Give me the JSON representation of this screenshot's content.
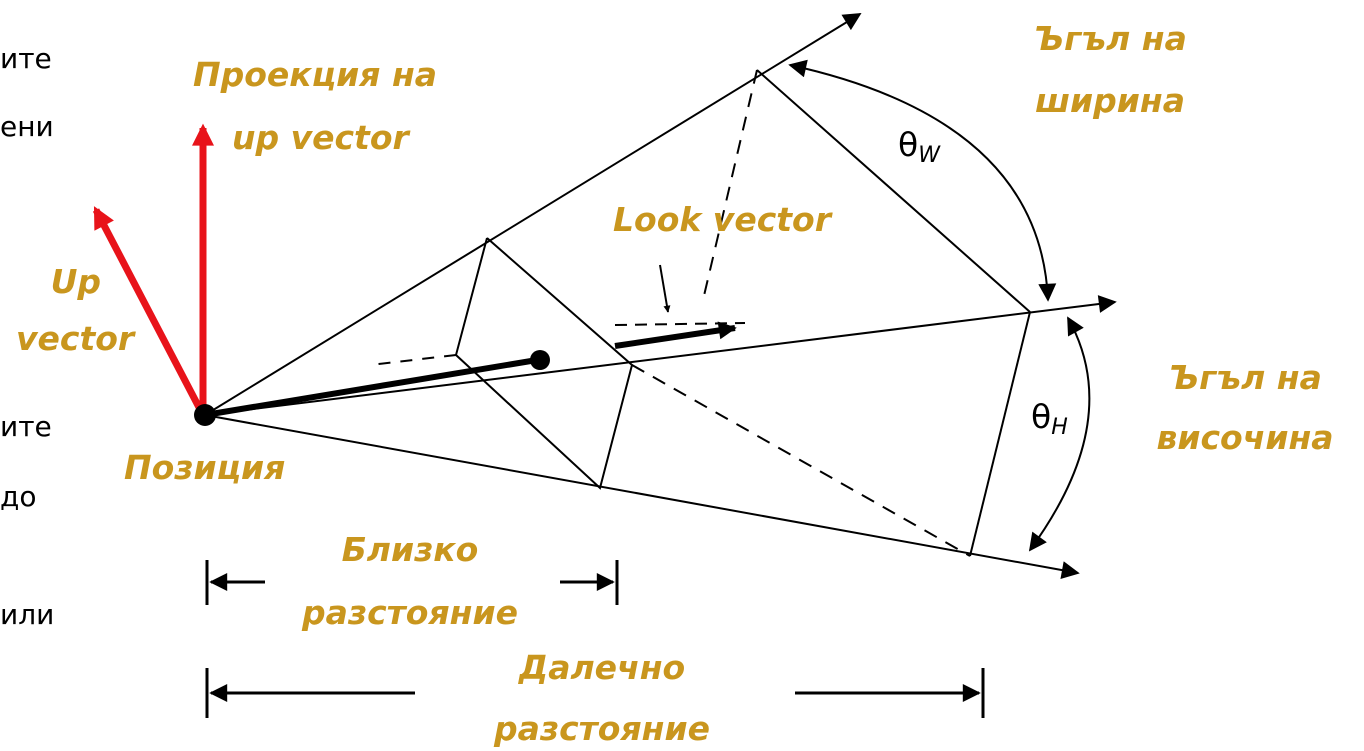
{
  "colors": {
    "label": "#c9961e",
    "red_arrow": "#e8131a",
    "lines": "#000000"
  },
  "background_text": [
    "ите",
    "ени",
    "ите",
    "до",
    "или"
  ],
  "labels": {
    "up_projection_line1": "Проекция на",
    "up_projection_line2": "up vector",
    "up_vector_line1": "Up",
    "up_vector_line2": "vector",
    "look_vector": "Look vector",
    "width_angle_line1": "Ъгъл на",
    "width_angle_line2": "ширина",
    "height_angle_line1": "Ъгъл на",
    "height_angle_line2": "височина",
    "position": "Позиция",
    "near_line1": "Близко",
    "near_line2": "разстояние",
    "far_line1": "Далечно",
    "far_line2": "разстояние"
  },
  "symbols": {
    "theta": "θ",
    "width_sub": "W",
    "height_sub": "H"
  }
}
